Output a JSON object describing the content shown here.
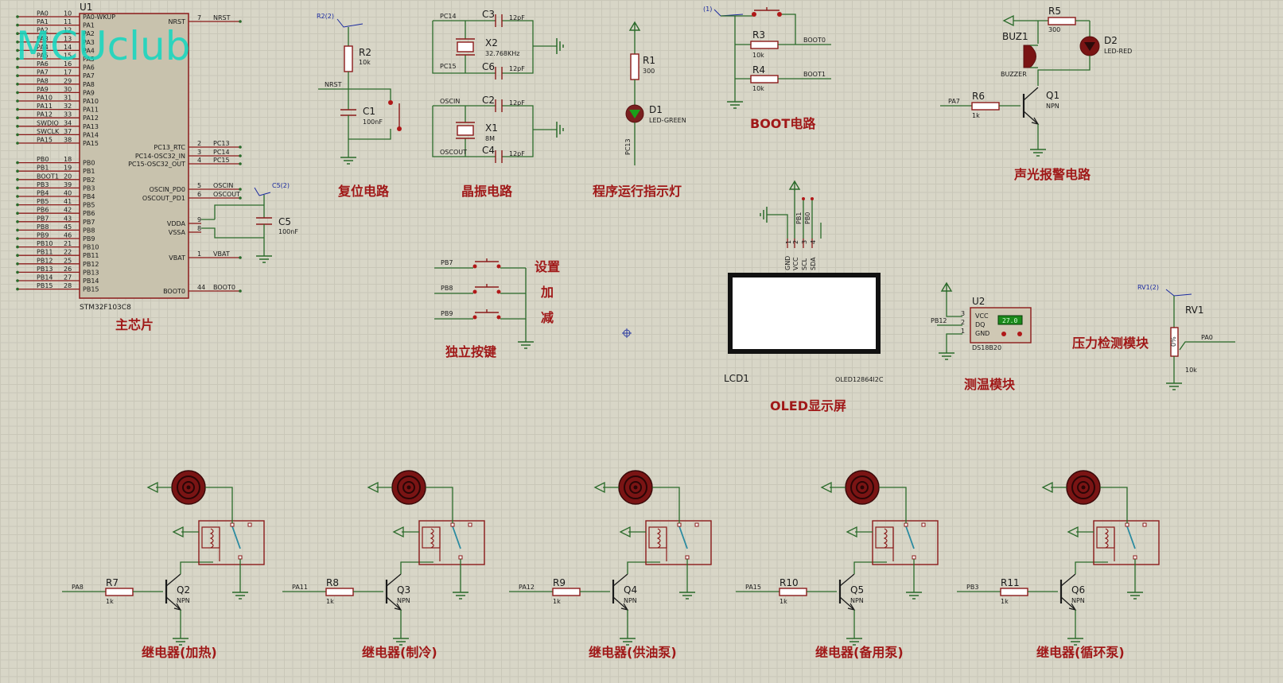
{
  "watermark": "MCUclub",
  "mcu": {
    "ref": "U1",
    "part": "STM32F103C8",
    "left_pins": [
      {
        "net": "PA0",
        "num": "10",
        "name": "PA0-WKUP"
      },
      {
        "net": "PA1",
        "num": "11",
        "name": "PA1"
      },
      {
        "net": "PA2",
        "num": "12",
        "name": "PA2"
      },
      {
        "net": "PA3",
        "num": "13",
        "name": "PA3"
      },
      {
        "net": "PA4",
        "num": "14",
        "name": "PA4"
      },
      {
        "net": "PA5",
        "num": "15",
        "name": "PA5"
      },
      {
        "net": "PA6",
        "num": "16",
        "name": "PA6"
      },
      {
        "net": "PA7",
        "num": "17",
        "name": "PA7"
      },
      {
        "net": "PA8",
        "num": "29",
        "name": "PA8"
      },
      {
        "net": "PA9",
        "num": "30",
        "name": "PA9"
      },
      {
        "net": "PA10",
        "num": "31",
        "name": "PA10"
      },
      {
        "net": "PA11",
        "num": "32",
        "name": "PA11"
      },
      {
        "net": "PA12",
        "num": "33",
        "name": "PA12"
      },
      {
        "net": "SWDIO",
        "num": "34",
        "name": "PA13"
      },
      {
        "net": "SWCLK",
        "num": "37",
        "name": "PA14"
      },
      {
        "net": "PA15",
        "num": "38",
        "name": "PA15"
      },
      {
        "net": "PB0",
        "num": "18",
        "name": "PB0"
      },
      {
        "net": "PB1",
        "num": "19",
        "name": "PB1"
      },
      {
        "net": "BOOT1",
        "num": "20",
        "name": "PB2"
      },
      {
        "net": "PB3",
        "num": "39",
        "name": "PB3"
      },
      {
        "net": "PB4",
        "num": "40",
        "name": "PB4"
      },
      {
        "net": "PB5",
        "num": "41",
        "name": "PB5"
      },
      {
        "net": "PB6",
        "num": "42",
        "name": "PB6"
      },
      {
        "net": "PB7",
        "num": "43",
        "name": "PB7"
      },
      {
        "net": "PB8",
        "num": "45",
        "name": "PB8"
      },
      {
        "net": "PB9",
        "num": "46",
        "name": "PB9"
      },
      {
        "net": "PB10",
        "num": "21",
        "name": "PB10"
      },
      {
        "net": "PB11",
        "num": "22",
        "name": "PB11"
      },
      {
        "net": "PB12",
        "num": "25",
        "name": "PB12"
      },
      {
        "net": "PB13",
        "num": "26",
        "name": "PB13"
      },
      {
        "net": "PB14",
        "num": "27",
        "name": "PB14"
      },
      {
        "net": "PB15",
        "num": "28",
        "name": "PB15"
      }
    ],
    "right_pins": [
      {
        "name": "NRST",
        "num": "7",
        "net": "NRST"
      },
      {
        "name": "PC13_RTC",
        "num": "2",
        "net": "PC13"
      },
      {
        "name": "PC14-OSC32_IN",
        "num": "3",
        "net": "PC14"
      },
      {
        "name": "PC15-OSC32_OUT",
        "num": "4",
        "net": "PC15"
      },
      {
        "name": "OSCIN_PD0",
        "num": "5",
        "net": "OSCIN"
      },
      {
        "name": "OSCOUT_PD1",
        "num": "6",
        "net": "OSCOUT"
      },
      {
        "name": "VDDA",
        "num": "9",
        "net": ""
      },
      {
        "name": "VSSA",
        "num": "8",
        "net": ""
      },
      {
        "name": "VBAT",
        "num": "1",
        "net": "VBAT"
      },
      {
        "name": "BOOT0",
        "num": "44",
        "net": "BOOT0"
      }
    ]
  },
  "labels": {
    "main_chip": "主芯片",
    "reset_circuit": "复位电路",
    "crystal_circuit": "晶振电路",
    "run_led": "程序运行指示灯",
    "boot_circuit": "BOOT电路",
    "alarm_circuit": "声光报警电路",
    "buttons": "独立按键",
    "oled": "OLED显示屏",
    "temp_module": "测温模块",
    "pressure_module": "压力检测模块",
    "btn_set": "设置",
    "btn_add": "加",
    "btn_sub": "减"
  },
  "c5": {
    "ref": "C5",
    "value": "100nF",
    "probe": "C5(2)"
  },
  "reset": {
    "probe": "R2(2)",
    "r_ref": "R2",
    "r_val": "10k",
    "c_ref": "C1",
    "c_val": "100nF",
    "net": "NRST"
  },
  "crystal": {
    "c3": "C3",
    "c3v": "12pF",
    "x2": "X2",
    "x2v": "32.768KHz",
    "c6": "C6",
    "c6v": "12pF",
    "c2": "C2",
    "c2v": "12pF",
    "x1": "X1",
    "x1v": "8M",
    "c4": "C4",
    "c4v": "12pF",
    "n1": "PC14",
    "n2": "PC15",
    "n3": "OSCIN",
    "n4": "OSCOUT"
  },
  "runled": {
    "r": "R1",
    "rv": "300",
    "d": "D1",
    "dv": "LED-GREEN",
    "net": "PC13"
  },
  "boot": {
    "probe": "(1)",
    "r3": "R3",
    "r3v": "10k",
    "r4": "R4",
    "r4v": "10k",
    "n1": "BOOT0",
    "n2": "BOOT1"
  },
  "alarm": {
    "r5": "R5",
    "r5v": "300",
    "d2": "D2",
    "d2v": "LED-RED",
    "buz": "BUZ1",
    "buzv": "BUZZER",
    "r6": "R6",
    "r6v": "1k",
    "q": "Q1",
    "qv": "NPN",
    "net": "PA7"
  },
  "keys": [
    {
      "net": "PB7"
    },
    {
      "net": "PB8"
    },
    {
      "net": "PB9"
    }
  ],
  "oled": {
    "ref": "LCD1",
    "part": "OLED12864I2C",
    "pins": [
      "GND",
      "VCC",
      "SCL",
      "SDA"
    ],
    "nums": [
      "1",
      "2",
      "3",
      "4"
    ],
    "nets": [
      "PB1",
      "PB0"
    ]
  },
  "ds18b20": {
    "ref": "U2",
    "part": "DS18B20",
    "reading": "27.0",
    "pins": [
      "VCC",
      "DQ",
      "GND"
    ],
    "nums": [
      "3",
      "2",
      "1"
    ],
    "net": "PB12"
  },
  "rv1": {
    "ref": "RV1",
    "val": "10k",
    "probe": "RV1(2)",
    "net": "PA0",
    "pct": "0%"
  },
  "relays": [
    {
      "title": "继电器(加热)",
      "net": "PA8",
      "r": "R7",
      "rv": "1k",
      "q": "Q2",
      "qv": "NPN"
    },
    {
      "title": "继电器(制冷)",
      "net": "PA11",
      "r": "R8",
      "rv": "1k",
      "q": "Q3",
      "qv": "NPN"
    },
    {
      "title": "继电器(供油泵)",
      "net": "PA12",
      "r": "R9",
      "rv": "1k",
      "q": "Q4",
      "qv": "NPN"
    },
    {
      "title": "继电器(备用泵)",
      "net": "PA15",
      "r": "R10",
      "rv": "1k",
      "q": "Q5",
      "qv": "NPN"
    },
    {
      "title": "继电器(循环泵)",
      "net": "PB3",
      "r": "R11",
      "rv": "1k",
      "q": "Q6",
      "qv": "NPN"
    }
  ]
}
